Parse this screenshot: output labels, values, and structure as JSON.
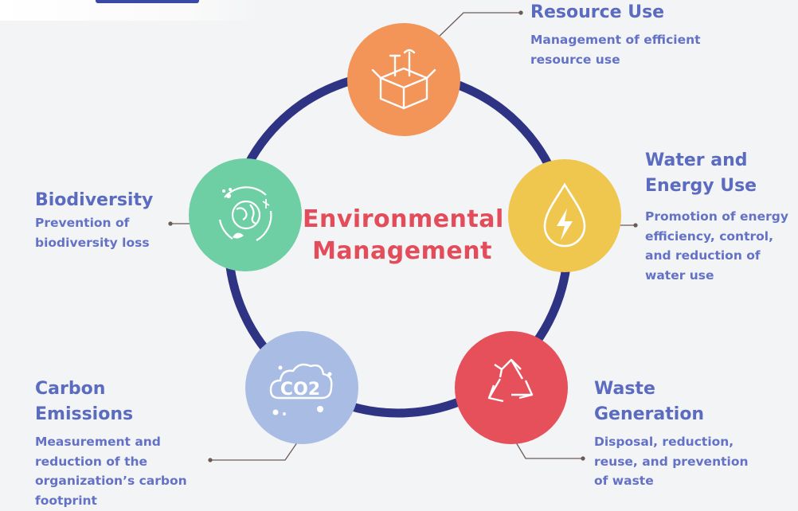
{
  "center": {
    "line1": "Environmental",
    "line2": "Management"
  },
  "items": [
    {
      "id": "resource",
      "title": "Resource Use",
      "description": "Management of efficient resource use",
      "color": "#f39459",
      "icon": "toolbox-icon"
    },
    {
      "id": "water",
      "title": "Water and Energy Use",
      "description": "Promotion of energy efficiency, control, and reduction of water use",
      "color": "#efc64e",
      "icon": "energy-drop-icon"
    },
    {
      "id": "waste",
      "title": "Waste Generation",
      "description": "Disposal, reduction, reuse, and prevention of waste",
      "color": "#e5505a",
      "icon": "recycle-icon"
    },
    {
      "id": "carbon",
      "title": "Carbon Emissions",
      "description": "Measurement and reduction of the organization’s carbon footprint",
      "color": "#a9bde4",
      "icon": "co2-cloud-icon",
      "icon_text": "CO2"
    },
    {
      "id": "bio",
      "title": "Biodiversity",
      "description": "Prevention of biodiversity loss",
      "color": "#6fcfa4",
      "icon": "globe-nature-icon"
    }
  ],
  "colors": {
    "ring": "#2e3384",
    "connector": "#6b5b55",
    "title": "#e34c5a",
    "label": "#5b6bc0"
  }
}
